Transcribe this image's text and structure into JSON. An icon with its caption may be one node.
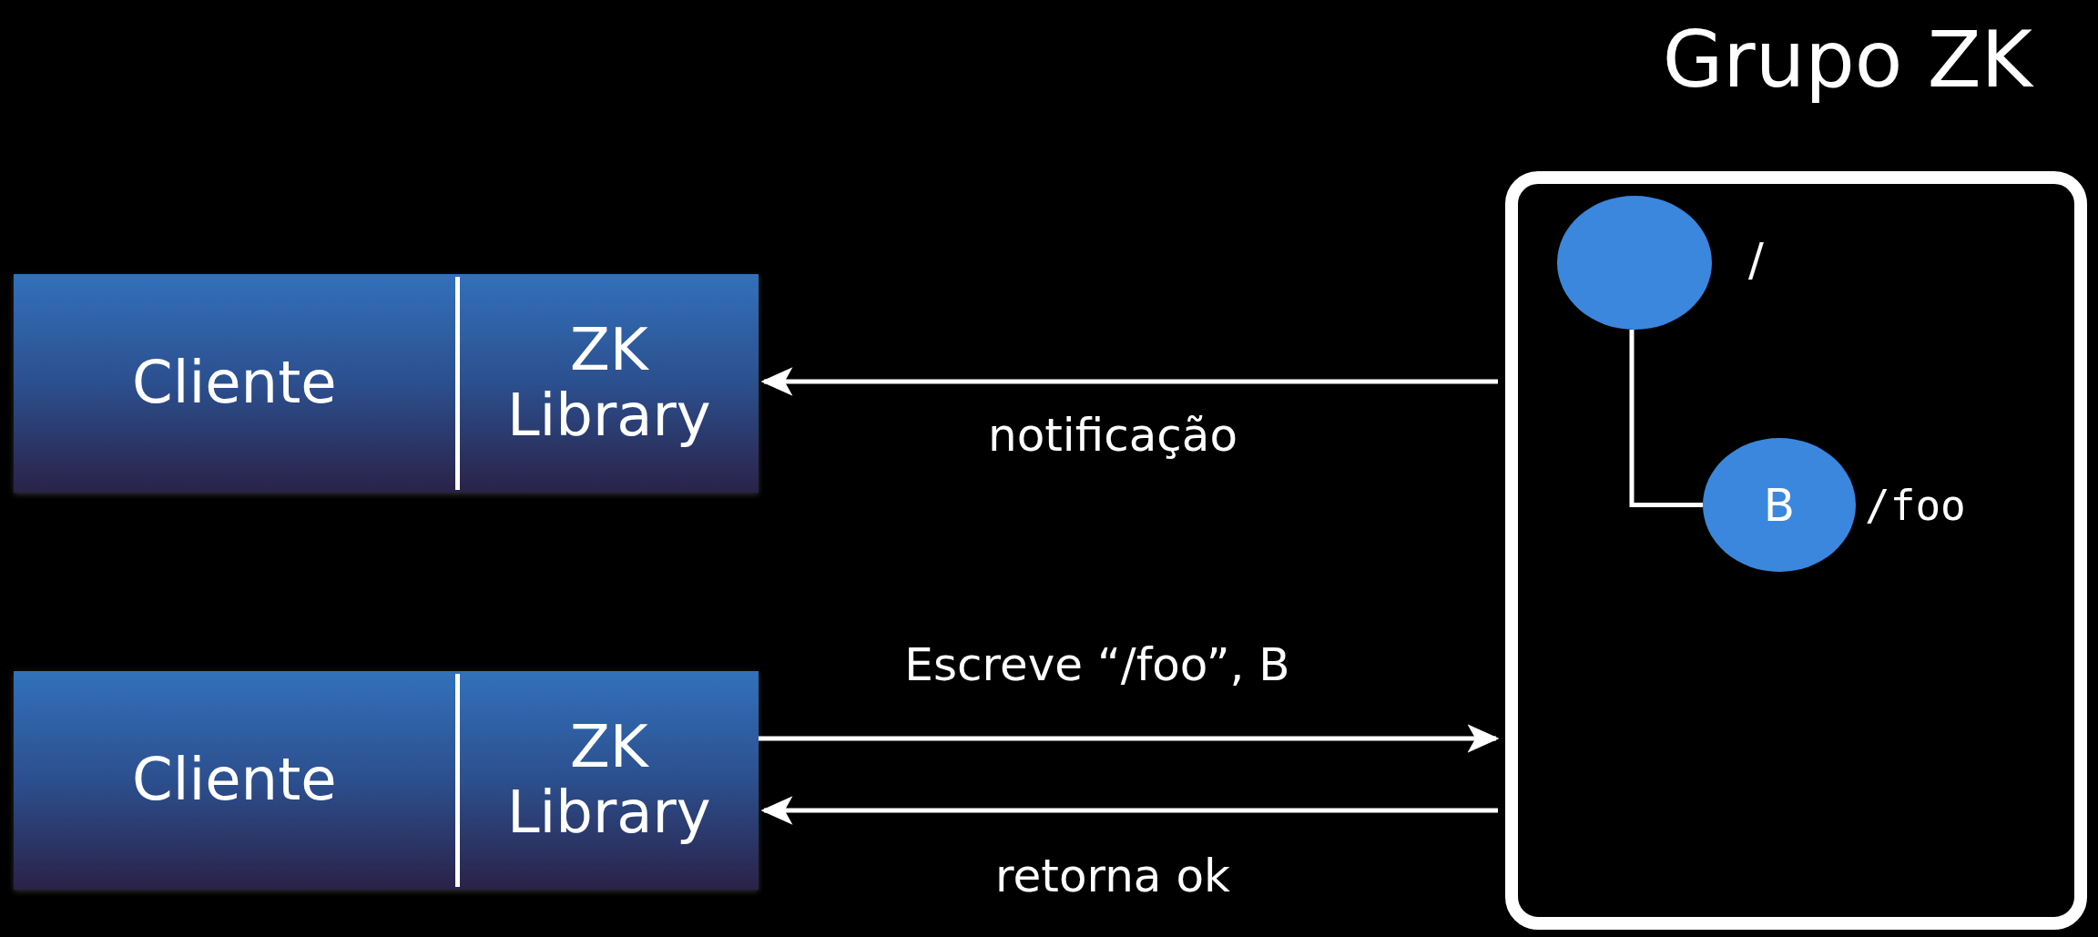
{
  "diagram": {
    "nodes": [
      {
        "text": [
          "Grupo ZK"
        ]
      },
      {
        "text": [],
        "shape": "circle",
        "in": 0,
        "beside": [
          "/"
        ]
      },
      {
        "text": [
          "B"
        ],
        "in": 0,
        "beside": [
          "/foo"
        ]
      },
      {
        "text": [
          "Cliente",
          "ZK Library"
        ]
      },
      {
        "text": [
          "Cliente",
          "ZK Library"
        ]
      }
    ],
    "edges": [
      {
        "from": 1,
        "to": 2,
        "arrow": "none"
      },
      {
        "from": 0,
        "to": 3,
        "arrow": "to",
        "label": "notificação"
      },
      {
        "from": 4,
        "to": 0,
        "arrow": "to",
        "label": "Escreve “/foo”, B"
      },
      {
        "from": 0,
        "to": 4,
        "arrow": "to",
        "label": "retorna ok"
      }
    ]
  }
}
